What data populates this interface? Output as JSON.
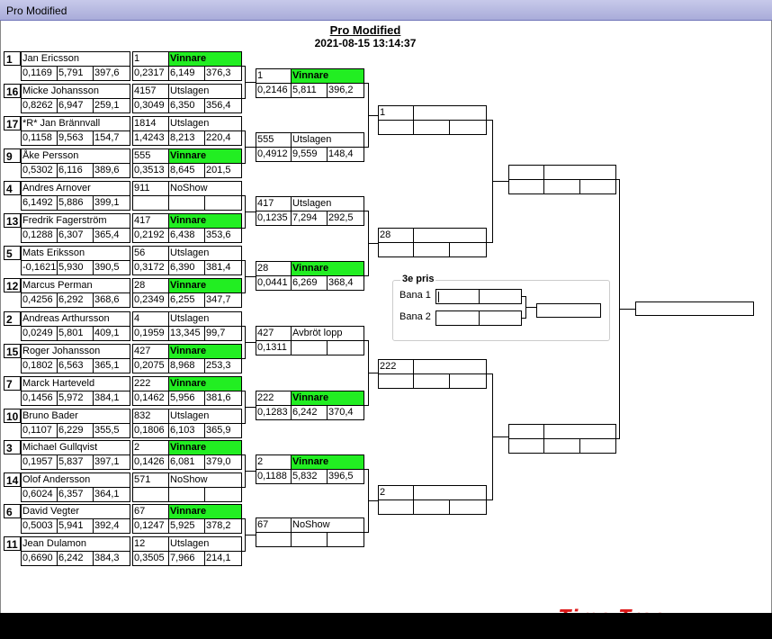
{
  "window": {
    "title": "Pro Modified"
  },
  "header": {
    "title": "Pro Modified",
    "datetime": "2021-08-15 13:14:37"
  },
  "round1": [
    {
      "seed": "1",
      "name": "Jan Ericsson",
      "rt": "0,1169",
      "et": "5,791",
      "sp": "397,6",
      "r_num": "1",
      "r_res": "Vinnare",
      "r_rt": "0,2317",
      "r_et": "6,149",
      "r_sp": "376,3",
      "win": true
    },
    {
      "seed": "16",
      "name": "Micke Johansson",
      "rt": "0,8262",
      "et": "6,947",
      "sp": "259,1",
      "r_num": "4157",
      "r_res": "Utslagen",
      "r_rt": "0,3049",
      "r_et": "6,350",
      "r_sp": "356,4",
      "win": false
    },
    {
      "seed": "17",
      "name": "*R* Jan Brännvall",
      "rt": "0,1158",
      "et": "9,563",
      "sp": "154,7",
      "r_num": "1814",
      "r_res": "Utslagen",
      "r_rt": "1,4243",
      "r_et": "8,213",
      "r_sp": "220,4",
      "win": false
    },
    {
      "seed": "9",
      "name": "Åke Persson",
      "rt": "0,5302",
      "et": "6,116",
      "sp": "389,6",
      "r_num": "555",
      "r_res": "Vinnare",
      "r_rt": "0,3513",
      "r_et": "8,645",
      "r_sp": "201,5",
      "win": true
    },
    {
      "seed": "4",
      "name": "Andres Arnover",
      "rt": "6,1492",
      "et": "5,886",
      "sp": "399,1",
      "r_num": "911",
      "r_res": "NoShow",
      "r_rt": "",
      "r_et": "",
      "r_sp": "",
      "win": false
    },
    {
      "seed": "13",
      "name": "Fredrik Fagerström",
      "rt": "0,1288",
      "et": "6,307",
      "sp": "365,4",
      "r_num": "417",
      "r_res": "Vinnare",
      "r_rt": "0,2192",
      "r_et": "6,438",
      "r_sp": "353,6",
      "win": true
    },
    {
      "seed": "5",
      "name": "Mats Eriksson",
      "rt": "-0,1621",
      "et": "5,930",
      "sp": "390,5",
      "r_num": "56",
      "r_res": "Utslagen",
      "r_rt": "0,3172",
      "r_et": "6,390",
      "r_sp": "381,4",
      "win": false
    },
    {
      "seed": "12",
      "name": "Marcus Perman",
      "rt": "0,4256",
      "et": "6,292",
      "sp": "368,6",
      "r_num": "28",
      "r_res": "Vinnare",
      "r_rt": "0,2349",
      "r_et": "6,255",
      "r_sp": "347,7",
      "win": true
    },
    {
      "seed": "2",
      "name": "Andreas Arthursson",
      "rt": "0,0249",
      "et": "5,801",
      "sp": "409,1",
      "r_num": "4",
      "r_res": "Utslagen",
      "r_rt": "0,1959",
      "r_et": "13,345",
      "r_sp": "99,7",
      "win": false
    },
    {
      "seed": "15",
      "name": "Roger Johansson",
      "rt": "0,1802",
      "et": "6,563",
      "sp": "365,1",
      "r_num": "427",
      "r_res": "Vinnare",
      "r_rt": "0,2075",
      "r_et": "8,968",
      "r_sp": "253,3",
      "win": true
    },
    {
      "seed": "7",
      "name": "Marck Harteveld",
      "rt": "0,1456",
      "et": "5,972",
      "sp": "384,1",
      "r_num": "222",
      "r_res": "Vinnare",
      "r_rt": "0,1462",
      "r_et": "5,956",
      "r_sp": "381,6",
      "win": true
    },
    {
      "seed": "10",
      "name": "Bruno Bader",
      "rt": "0,1107",
      "et": "6,229",
      "sp": "355,5",
      "r_num": "832",
      "r_res": "Utslagen",
      "r_rt": "0,1806",
      "r_et": "6,103",
      "r_sp": "365,9",
      "win": false
    },
    {
      "seed": "3",
      "name": "Michael Gullqvist",
      "rt": "0,1957",
      "et": "5,837",
      "sp": "397,1",
      "r_num": "2",
      "r_res": "Vinnare",
      "r_rt": "0,1426",
      "r_et": "6,081",
      "r_sp": "379,0",
      "win": true
    },
    {
      "seed": "14",
      "name": "Olof Andersson",
      "rt": "0,6024",
      "et": "6,357",
      "sp": "364,1",
      "r_num": "571",
      "r_res": "NoShow",
      "r_rt": "",
      "r_et": "",
      "r_sp": "",
      "win": false
    },
    {
      "seed": "6",
      "name": "David Vegter",
      "rt": "0,5003",
      "et": "5,941",
      "sp": "392,4",
      "r_num": "67",
      "r_res": "Vinnare",
      "r_rt": "0,1247",
      "r_et": "5,925",
      "r_sp": "378,2",
      "win": true
    },
    {
      "seed": "11",
      "name": "Jean Dulamon",
      "rt": "0,6690",
      "et": "6,242",
      "sp": "384,3",
      "r_num": "12",
      "r_res": "Utslagen",
      "r_rt": "0,3505",
      "r_et": "7,966",
      "r_sp": "214,1",
      "win": false
    }
  ],
  "round2": [
    {
      "num": "1",
      "res": "Vinnare",
      "rt": "0,2146",
      "et": "5,811",
      "sp": "396,2",
      "win": true
    },
    {
      "num": "555",
      "res": "Utslagen",
      "rt": "0,4912",
      "et": "9,559",
      "sp": "148,4",
      "win": false
    },
    {
      "num": "417",
      "res": "Utslagen",
      "rt": "0,1235",
      "et": "7,294",
      "sp": "292,5",
      "win": false
    },
    {
      "num": "28",
      "res": "Vinnare",
      "rt": "0,0441",
      "et": "6,269",
      "sp": "368,4",
      "win": true
    },
    {
      "num": "427",
      "res": "Avbröt lopp",
      "rt": "0,1311",
      "et": "",
      "sp": "",
      "win": false
    },
    {
      "num": "222",
      "res": "Vinnare",
      "rt": "0,1283",
      "et": "6,242",
      "sp": "370,4",
      "win": true
    },
    {
      "num": "2",
      "res": "Vinnare",
      "rt": "0,1188",
      "et": "5,832",
      "sp": "396,5",
      "win": true
    },
    {
      "num": "67",
      "res": "NoShow",
      "rt": "",
      "et": "",
      "sp": "",
      "win": false
    }
  ],
  "round3": [
    {
      "num": "1",
      "res": ""
    },
    {
      "num": "28",
      "res": ""
    },
    {
      "num": "222",
      "res": ""
    },
    {
      "num": "2",
      "res": ""
    }
  ],
  "third_place": {
    "title": "3e pris",
    "lane1": "Bana 1",
    "lane2": "Bana 2"
  },
  "logo": "Time Tree",
  "colors": {
    "winner": "#22ee22",
    "titlebar": "#b0b3de"
  }
}
